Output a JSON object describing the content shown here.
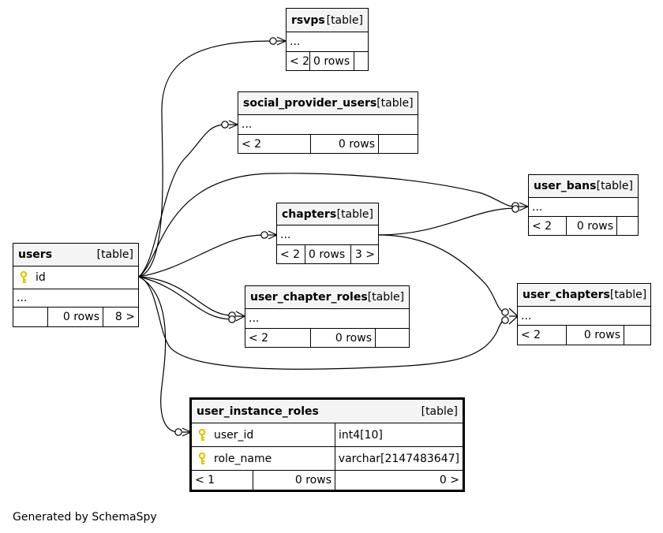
{
  "tables": {
    "rsvps": {
      "name": "rsvps",
      "type": "[table]",
      "cols": "...",
      "parents": "< 2",
      "rows": "0 rows",
      "children": ""
    },
    "social_provider_users": {
      "name": "social_provider_users",
      "type": "[table]",
      "cols": "...",
      "parents": "< 2",
      "rows": "0 rows",
      "children": ""
    },
    "user_bans": {
      "name": "user_bans",
      "type": "[table]",
      "cols": "...",
      "parents": "< 2",
      "rows": "0 rows",
      "children": ""
    },
    "chapters": {
      "name": "chapters",
      "type": "[table]",
      "cols": "...",
      "parents": "< 2",
      "rows": "0 rows",
      "children": "3 >"
    },
    "users": {
      "name": "users",
      "type": "[table]",
      "pk": "id",
      "cols": "...",
      "parents": "",
      "rows": "0 rows",
      "children": "8 >"
    },
    "user_chapter_roles": {
      "name": "user_chapter_roles",
      "type": "[table]",
      "cols": "...",
      "parents": "< 2",
      "rows": "0 rows",
      "children": ""
    },
    "user_chapters": {
      "name": "user_chapters",
      "type": "[table]",
      "cols": "...",
      "parents": "< 2",
      "rows": "0 rows",
      "children": ""
    },
    "user_instance_roles": {
      "name": "user_instance_roles",
      "type": "[table]",
      "columns": [
        {
          "name": "user_id",
          "type": "int4[10]"
        },
        {
          "name": "role_name",
          "type": "varchar[2147483647]"
        }
      ],
      "parents": "< 1",
      "rows": "0 rows",
      "children": "0 >"
    }
  },
  "footer": "Generated by SchemaSpy"
}
